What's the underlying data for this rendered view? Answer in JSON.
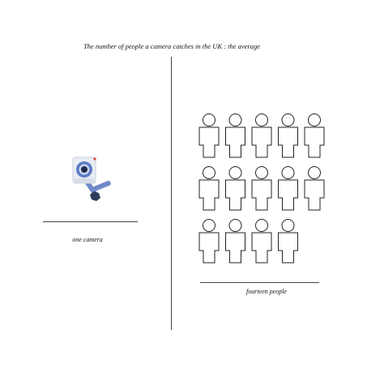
{
  "title": "The number of people a camera catches in the UK : the average",
  "left": {
    "label": "one camera",
    "icon": "cctv-camera-icon",
    "count": 1
  },
  "right": {
    "label": "fourteen people",
    "icon": "person-icon",
    "count": 14,
    "rows": [
      5,
      5,
      4
    ]
  },
  "colors": {
    "camera_body": "#e9edf4",
    "camera_lens": "#5b7bc4",
    "camera_arm": "#6f89c8",
    "camera_mount": "#2f3b5c",
    "camera_led": "#e0403a",
    "outline": "#222222"
  }
}
